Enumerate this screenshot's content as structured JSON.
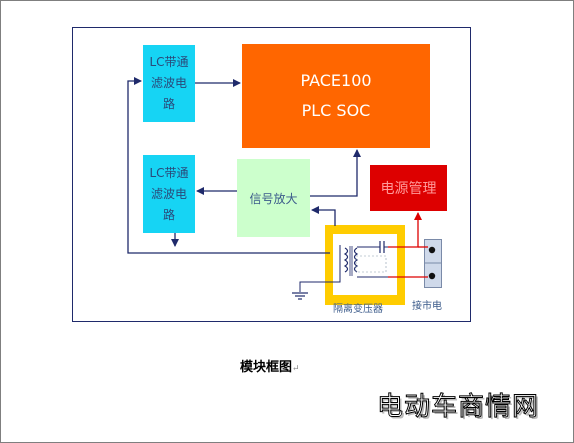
{
  "blocks": {
    "lc_filter_top": [
      "LC带通",
      "滤波电",
      "路"
    ],
    "lc_filter_bottom": [
      "LC带通",
      "滤波电",
      "路"
    ],
    "plc_soc": [
      "PACE100",
      "PLC SOC"
    ],
    "amplifier": "信号放大",
    "power_mgmt": "电源管理"
  },
  "labels": {
    "transformer": "隔离变压器",
    "mains": "接市电"
  },
  "caption": "模块框图",
  "caption_mark": "↵",
  "watermark": "电动车商情网",
  "colors": {
    "lc_filter": "#16d4f4",
    "soc": "#ff6600",
    "amplifier": "#ccffcc",
    "power": "#dd0000",
    "transformer": "#ffcc00",
    "wire": "#1f2a6b",
    "power_wire": "#dd0000"
  }
}
